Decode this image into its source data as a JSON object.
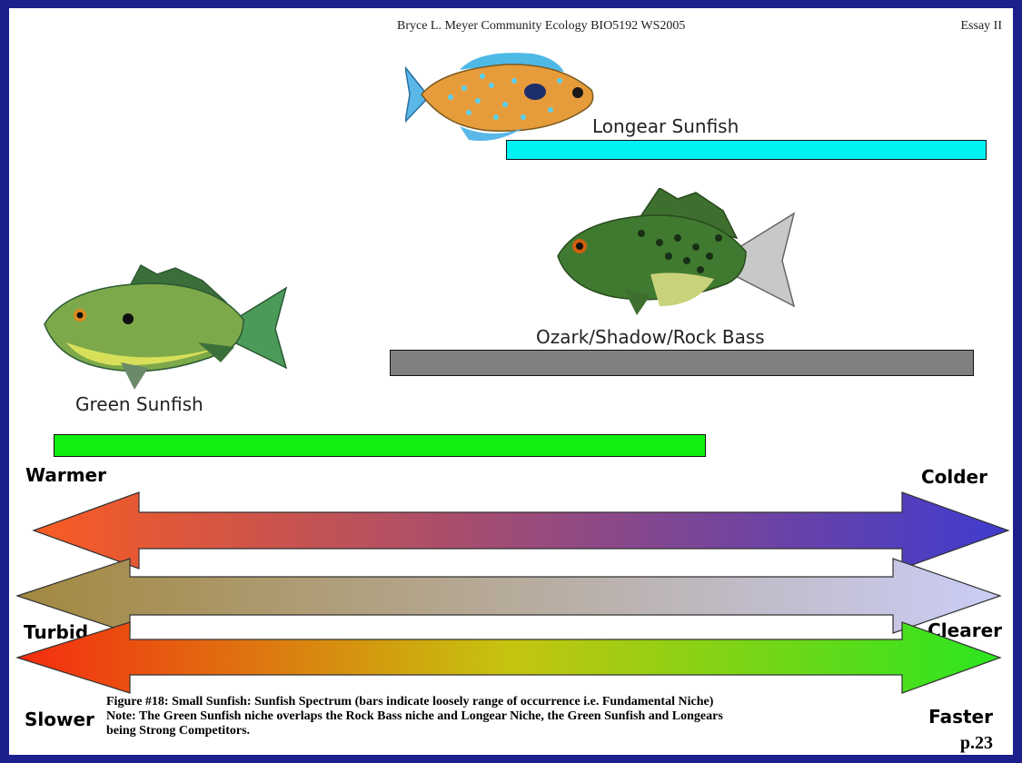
{
  "header": {
    "author_course": "Bryce L. Meyer  Community Ecology BIO5192 WS2005",
    "essay": "Essay II"
  },
  "species": {
    "longear": {
      "label": "Longear Sunfish",
      "color": "#00f2f2"
    },
    "rock_bass": {
      "label": "Ozark/Shadow/Rock Bass",
      "color": "#808080"
    },
    "green": {
      "label": "Green Sunfish",
      "color": "#10f010"
    }
  },
  "gradients": {
    "temperature": {
      "left": "Warmer",
      "right": "Colder",
      "colors": [
        "#f95c22",
        "#3f3bcf"
      ]
    },
    "clarity": {
      "left": "Turbid",
      "right": "Clearer",
      "colors": [
        "#a2883f",
        "#cbcdf7"
      ]
    },
    "flow": {
      "left": "Slower",
      "right": "Faster",
      "colors": [
        "#f52c10",
        "#c6c40f",
        "#2ae61f"
      ]
    }
  },
  "caption": {
    "line1": "Figure #18: Small Sunfish: Sunfish Spectrum (bars indicate loosely range of occurrence i.e. Fundamental Niche)",
    "line2": "Note: The Green Sunfish niche overlaps the Rock Bass niche and Longear Niche, the Green Sunfish and Longears",
    "line3": "being Strong Competitors."
  },
  "page_number": "p.23"
}
